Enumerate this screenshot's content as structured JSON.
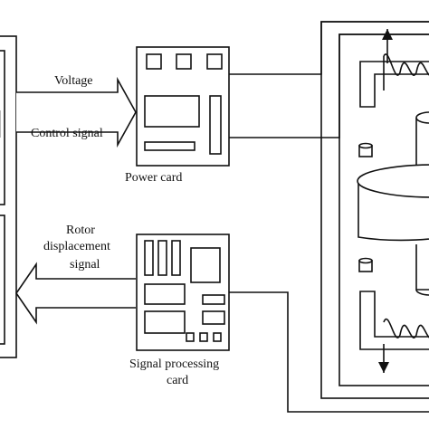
{
  "labels": {
    "voltage": "Voltage",
    "control_signal": "Control signal",
    "power_card": "Power card",
    "rotor_line1": "Rotor",
    "rotor_line2": "displacement",
    "rotor_line3": "signal",
    "spc_line1": "Signal processing",
    "spc_line2": "card"
  }
}
